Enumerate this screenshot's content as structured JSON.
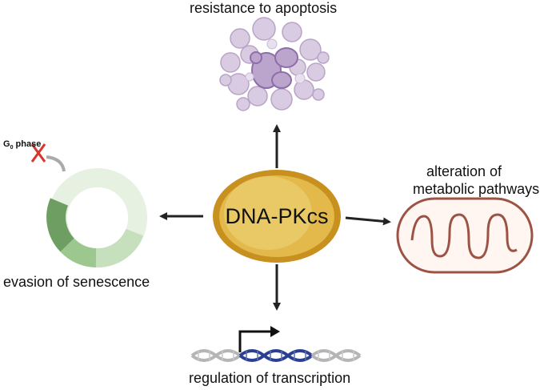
{
  "center": {
    "label": "DNA-PKcs"
  },
  "outcomes": {
    "apoptosis": "resistance to apoptosis",
    "metabolic_line1": "alteration of",
    "metabolic_line2": "metabolic pathways",
    "senescence": "evasion of senescence",
    "transcription": "regulation of transcription"
  },
  "cell_cycle": {
    "phase_label": "G",
    "phase_subscript": "0",
    "phase_suffix": " phase"
  },
  "colors": {
    "ellipse_outer": "#C8901E",
    "ellipse_inner": "#E2B94A",
    "ellipse_highlight": "#EDCF72",
    "arrow": "#222222",
    "blebs": "#B8A3C6",
    "blebs_dark": "#8E6EA8",
    "mito_stroke": "#9C5344",
    "mito_fill": "#FFF6F2",
    "ring_light": "#E6F1E1",
    "ring_mid": "#C6E0BE",
    "ring_dark": "#6E9E62",
    "cross": "#D7342A",
    "dna_gray": "#B5B5B5",
    "dna_blue": "#2A3F91"
  }
}
